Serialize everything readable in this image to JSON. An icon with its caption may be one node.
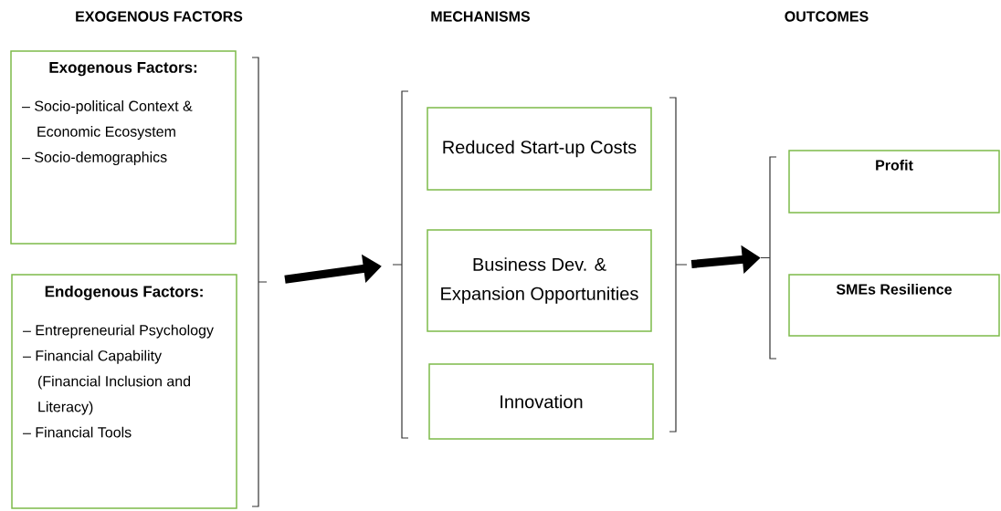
{
  "diagram": {
    "nodes": [
      {
        "text": [
          "Exogenous Factors:",
          "– Socio-political Context & Economic Ecosystem",
          "– Socio-demographics"
        ]
      },
      {
        "text": [
          "Endogenous Factors:",
          "– Entrepreneurial Psychology",
          "– Financial Capability (Financial Inclusion and Literacy)",
          "– Financial Tools"
        ]
      },
      {
        "text": [
          "Reduced Start-up Costs"
        ]
      },
      {
        "text": [
          "Business Dev. & Expansion Opportunities"
        ]
      },
      {
        "text": [
          "Innovation"
        ]
      },
      {
        "text": [
          "Profit"
        ]
      },
      {
        "text": [
          "SMEs Resilience"
        ]
      },
      {
        "text": [],
        "shape": "bracket"
      },
      {
        "text": [],
        "shape": "bracket"
      },
      {
        "text": [],
        "shape": "bracket"
      },
      {
        "text": [],
        "shape": "bracket"
      }
    ],
    "edges": [
      {
        "from": 7,
        "to": 8,
        "arrow": "to"
      },
      {
        "from": 9,
        "to": 10,
        "arrow": "to"
      }
    ],
    "labels": [
      "EXOGENOUS FACTORS",
      "MECHANISMS",
      "OUTCOMES"
    ]
  }
}
